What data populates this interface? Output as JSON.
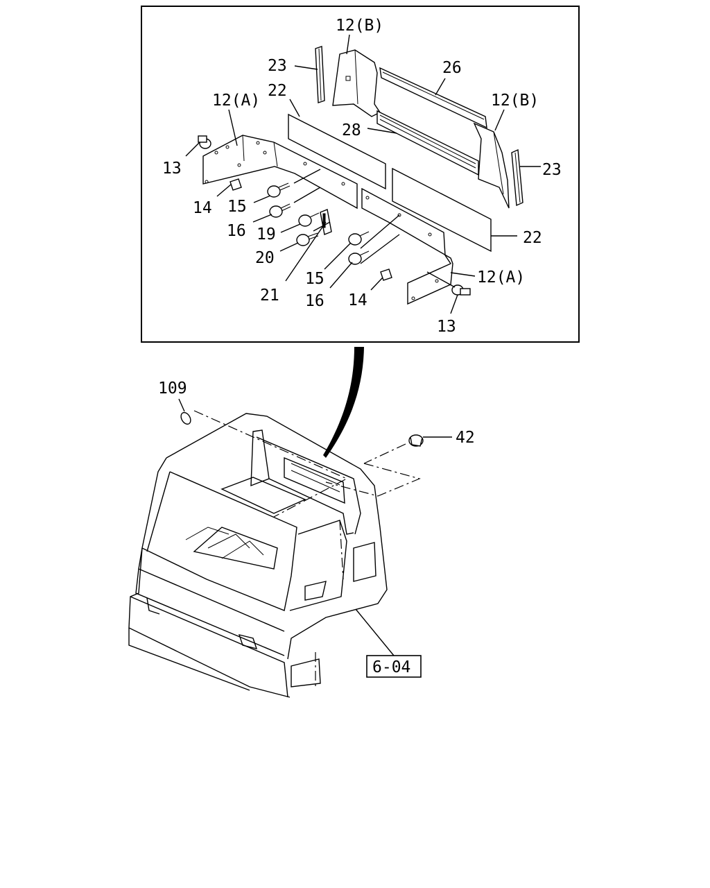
{
  "callouts": {
    "c12b_top": "12(B)",
    "c23_left": "23",
    "c26": "26",
    "c12a_left": "12(A)",
    "c22_top": "22",
    "c12b_right": "12(B)",
    "c28": "28",
    "c13_left": "13",
    "c23_right": "23",
    "c14_left": "14",
    "c15_left": "15",
    "c16_left": "16",
    "c19": "19",
    "c22_right": "22",
    "c20": "20",
    "c12a_right": "12(A)",
    "c21": "21",
    "c15_right": "15",
    "c16_right": "16",
    "c14_right": "14",
    "c13_right": "13",
    "c109": "109",
    "c42": "42",
    "ref_box": "6-04"
  }
}
